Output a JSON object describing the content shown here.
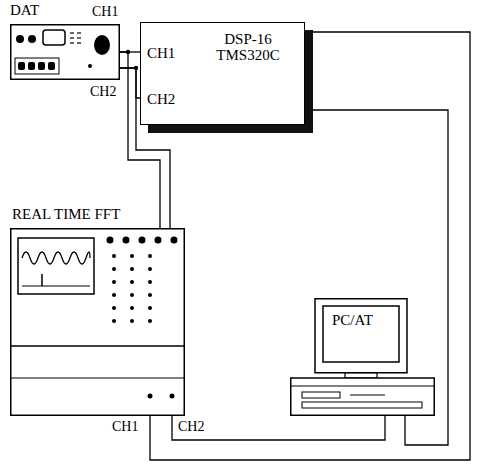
{
  "diagram": {
    "nodes": [
      {
        "text": [
          "DAT"
        ]
      },
      {
        "text": [
          "CH1",
          "DSP-16 TMS320C",
          "CH2"
        ]
      },
      {
        "text": [
          "REAL TIME FFT",
          "CH1",
          "CH2"
        ]
      },
      {
        "text": [
          "PC/AT"
        ]
      }
    ],
    "edges": [
      {
        "from": 0,
        "to": 1,
        "arrow": "none"
      },
      {
        "from": 0,
        "to": 1,
        "arrow": "none"
      },
      {
        "from": 0,
        "to": 2,
        "arrow": "none"
      },
      {
        "from": 0,
        "to": 2,
        "arrow": "none"
      },
      {
        "from": 1,
        "to": 2,
        "arrow": "none"
      },
      {
        "from": 1,
        "to": 3,
        "arrow": "none"
      },
      {
        "from": 2,
        "to": 3,
        "arrow": "none"
      }
    ],
    "labels": [
      "CH1",
      "CH2"
    ]
  }
}
